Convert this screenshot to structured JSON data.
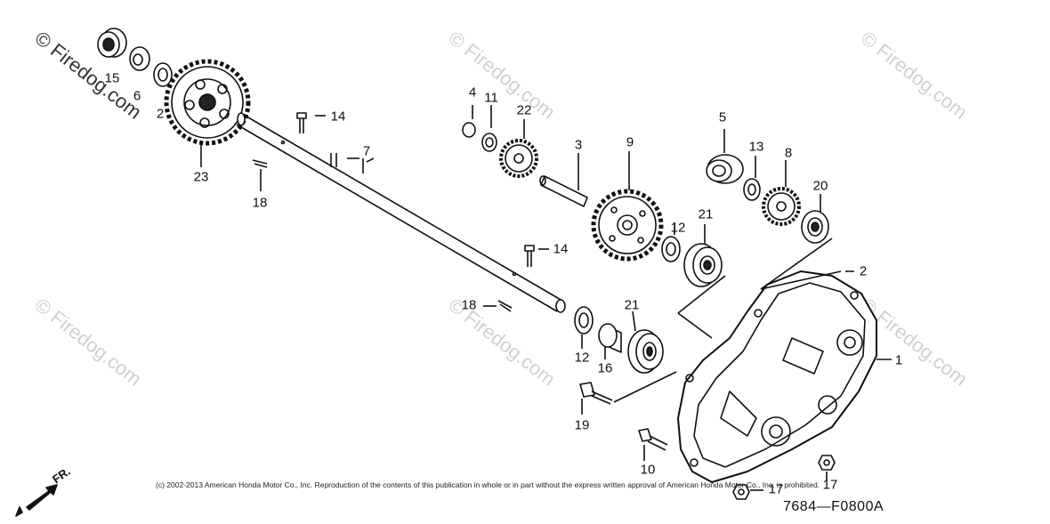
{
  "watermark": "© Firedog.com",
  "copyright": "(c) 2002-2013 American Honda Motor Co., Inc. Reproduction of the contents of this publication in whole or in part without the express written approval of American Honda Motor Co., Inc. is prohibited.",
  "figure_code": "7684—F0800A",
  "front_label": "FR.",
  "parts": [
    {
      "ref": "1"
    },
    {
      "ref": "2"
    },
    {
      "ref": "3"
    },
    {
      "ref": "4"
    },
    {
      "ref": "5"
    },
    {
      "ref": "6"
    },
    {
      "ref": "7"
    },
    {
      "ref": "8"
    },
    {
      "ref": "9"
    },
    {
      "ref": "10"
    },
    {
      "ref": "11"
    },
    {
      "ref": "12"
    },
    {
      "ref": "12"
    },
    {
      "ref": "13"
    },
    {
      "ref": "14"
    },
    {
      "ref": "14"
    },
    {
      "ref": "15"
    },
    {
      "ref": "16"
    },
    {
      "ref": "17"
    },
    {
      "ref": "17"
    },
    {
      "ref": "18"
    },
    {
      "ref": "18"
    },
    {
      "ref": "19"
    },
    {
      "ref": "20"
    },
    {
      "ref": "21"
    },
    {
      "ref": "21"
    },
    {
      "ref": "22"
    },
    {
      "ref": "23"
    },
    {
      "ref": "2"
    }
  ]
}
